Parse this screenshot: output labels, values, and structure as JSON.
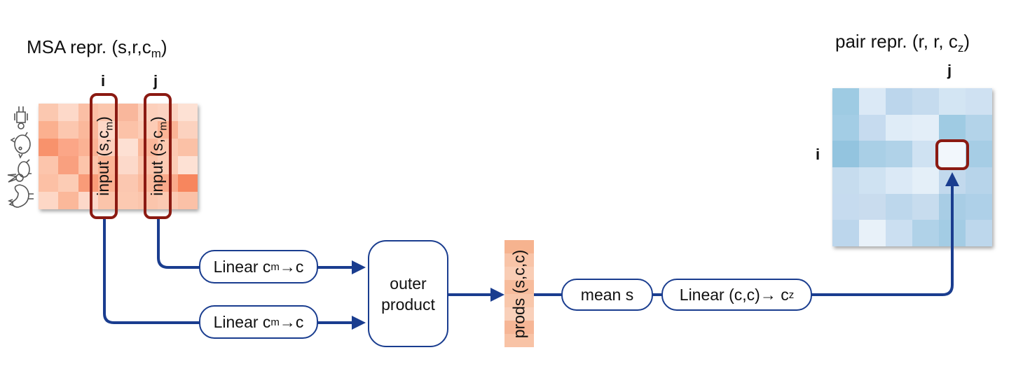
{
  "msa": {
    "title": "MSA repr. (s,r,c",
    "title_sub": "m",
    "title_end": ")",
    "label_i": "i",
    "label_j": "j",
    "colors": [
      [
        "#fbc8b0",
        "#fdd9c9",
        "#fbbfa5",
        "#fbc6ad",
        "#f9b79c",
        "#fcd0bc",
        "#fcd3c1",
        "#fde1d4"
      ],
      [
        "#fbb08f",
        "#fcc7af",
        "#fbb89b",
        "#fdd8c7",
        "#fcc2a8",
        "#fcccb6",
        "#fbb496",
        "#fcd2bf"
      ],
      [
        "#f8926c",
        "#fba687",
        "#fbb294",
        "#fccfbc",
        "#fde0d3",
        "#fbb79a",
        "#fcc9b2",
        "#fbc1a6"
      ],
      [
        "#fcc5ac",
        "#f9a07f",
        "#fcc4aa",
        "#fbb596",
        "#fcd9ca",
        "#fbc3a9",
        "#fcccb5",
        "#fde1d4"
      ],
      [
        "#fcc0a5",
        "#fcccb5",
        "#f99b78",
        "#fbb292",
        "#fbc7b0",
        "#fbb99c",
        "#f9aa8b",
        "#f7865e"
      ],
      [
        "#fdd7c6",
        "#fbb89a",
        "#fdd8c9",
        "#fbc4aa",
        "#fcc9b1",
        "#fbc5ac",
        "#fbc9b2",
        "#fbc1a7"
      ]
    ],
    "input_i": "input (s,c",
    "input_i_sub": "m",
    "input_i_end": ")",
    "input_j": "input (s,c",
    "input_j_sub": "m",
    "input_j_end": ")",
    "species_icons": [
      "human-icon",
      "chick-icon",
      "rabbit-icon",
      "rooster-icon"
    ]
  },
  "pair": {
    "title": "pair repr. (r, r, c",
    "title_sub": "z",
    "title_end": ")",
    "label_i": "i",
    "label_j": "j",
    "colors": [
      [
        "#9ecbe3",
        "#dbe9f6",
        "#bcd6ec",
        "#c5dbee",
        "#d3e5f3",
        "#cfe1f2"
      ],
      [
        "#a3cde5",
        "#c6dbef",
        "#dfecf7",
        "#e3eef8",
        "#9fcbe3",
        "#b3d3e9"
      ],
      [
        "#93c4df",
        "#a9cfe6",
        "#b0d2e8",
        "#cfe2f2",
        "#f2f7fc",
        "#a6cde5"
      ],
      [
        "#c6dcee",
        "#cfe2f2",
        "#dbe9f6",
        "#e4eff8",
        "#c2d9ed",
        "#b7d4ea"
      ],
      [
        "#c6dbef",
        "#c9dcee",
        "#bdd7ec",
        "#c7dcee",
        "#a8cde5",
        "#aed0e8"
      ],
      [
        "#bcd6ec",
        "#e8f1f9",
        "#cbdff1",
        "#b0d2e8",
        "#a3cce4",
        "#bdd7ec"
      ]
    ]
  },
  "ops": {
    "linear_top": "Linear c",
    "linear_top_sub": "m",
    "linear_top_end": "→c",
    "linear_bottom": "Linear c",
    "linear_bottom_sub": "m",
    "linear_bottom_end": "→c",
    "outer_line1": "outer",
    "outer_line2": "product",
    "prods": "prods (s,c,c)",
    "prods_colors": [
      "#f6b38f",
      "#f8c4a8",
      "#f9cdb5",
      "#f7bc9c",
      "#f8c7ab",
      "#f9d0ba",
      "#f6b696",
      "#f8c3a6"
    ],
    "mean": "mean s",
    "linear_out": "Linear (c,c)→ c",
    "linear_out_sub": "z"
  },
  "colors": {
    "arrow": "#1a3d8f",
    "highlight": "#8b1a12"
  }
}
